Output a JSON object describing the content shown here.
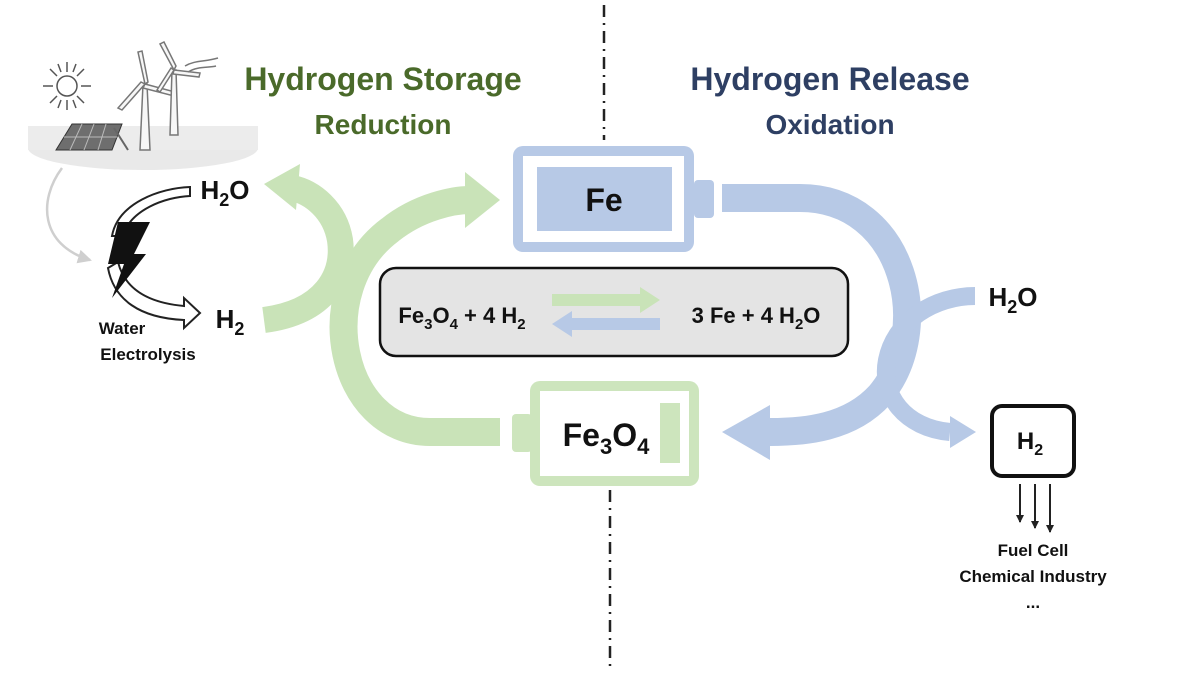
{
  "storage": {
    "title": "Hydrogen Storage",
    "subtitle": "Reduction",
    "color": "#4a6a2a"
  },
  "release": {
    "title": "Hydrogen Release",
    "subtitle": "Oxidation",
    "color": "#2e3f63"
  },
  "colors": {
    "green_arrow": "#c9e3b8",
    "blue_arrow": "#b7c9e6",
    "fe_fill": "#b7c9e6",
    "fe3o4_fill": "#cde5bd",
    "reaction_box": "#e4e4e4"
  },
  "electrolysis": {
    "h2o": {
      "base": "H",
      "sub": "2",
      "tail": "O"
    },
    "h2": {
      "base": "H",
      "sub": "2"
    },
    "label_line1": "Water",
    "label_line2": "Electrolysis",
    "icons": [
      "sun-icon",
      "wind-turbine-icon",
      "solar-panel-icon",
      "lightning-bolt-icon"
    ]
  },
  "batteries": {
    "fe": {
      "label": "Fe"
    },
    "fe3o4": {
      "base": "Fe",
      "sub1": "3",
      "mid": "O",
      "sub2": "4"
    }
  },
  "reaction": {
    "left": {
      "p1": "Fe",
      "s1": "3",
      "p2": "O",
      "s2": "4",
      "p3": " + 4 H",
      "s3": "2"
    },
    "right": {
      "p1": "3 Fe + 4 H",
      "s1": "2",
      "p2": "O"
    }
  },
  "release_side": {
    "h2o": {
      "base": "H",
      "sub": "2",
      "tail": "O"
    },
    "h2_box": {
      "base": "H",
      "sub": "2"
    },
    "uses": [
      "Fuel Cell",
      "Chemical Industry",
      "..."
    ]
  }
}
